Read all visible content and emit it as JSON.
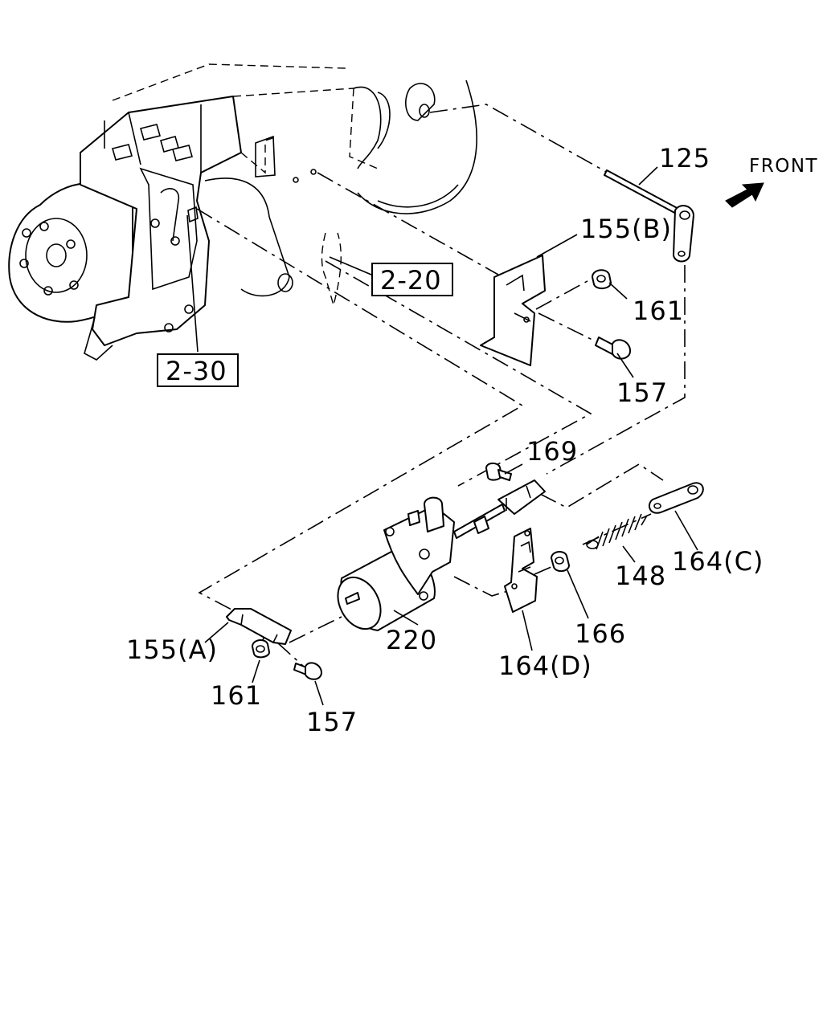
{
  "front_label": "FRONT",
  "icons": {
    "front_arrow": "arrow-northeast-icon"
  },
  "labels": {
    "p125": "125",
    "p155b": "155(B)",
    "p161_top": "161",
    "p157_top": "157",
    "p169": "169",
    "p164c": "164(C)",
    "p148": "148",
    "p166": "166",
    "p164d": "164(D)",
    "p220": "220",
    "p155a": "155(A)",
    "p161_bottom": "161",
    "p157_bottom": "157"
  },
  "refs": {
    "r2_20": "2-20",
    "r2_30": "2-30"
  }
}
